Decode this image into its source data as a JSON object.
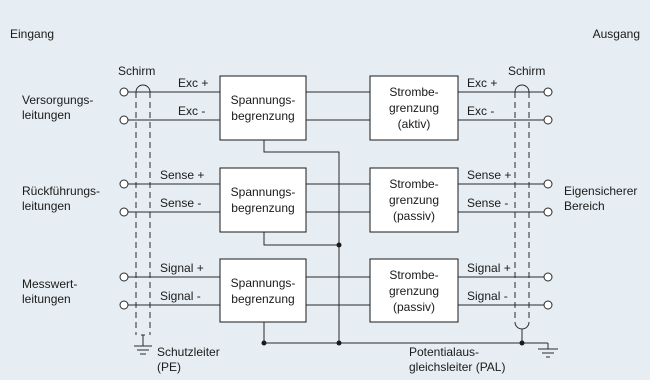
{
  "headings": {
    "input": "Eingang",
    "output": "Ausgang"
  },
  "shield": {
    "left": "Schirm",
    "right": "Schirm"
  },
  "lines": [
    {
      "group": [
        "Versorgungs-",
        "leitungen"
      ],
      "wire_top": "Exc +",
      "wire_bottom": "Exc -",
      "out_top": "Exc +",
      "out_bottom": "Exc -"
    },
    {
      "group": [
        "Rückführungs-",
        "leitungen"
      ],
      "wire_top": "Sense +",
      "wire_bottom": "Sense -",
      "out_top": "Sense +",
      "out_bottom": "Sense -"
    },
    {
      "group": [
        "Messwert-",
        "leitungen"
      ],
      "wire_top": "Signal +",
      "wire_bottom": "Signal -",
      "out_top": "Signal +",
      "out_bottom": "Signal -"
    }
  ],
  "voltage_limiter": [
    "Spannungs-",
    "begrenzung"
  ],
  "current_limiters": [
    [
      "Strombe-",
      "grenzung",
      "(aktiv)"
    ],
    [
      "Strombe-",
      "grenzung",
      "(passiv)"
    ],
    [
      "Strombe-",
      "grenzung",
      "(passiv)"
    ]
  ],
  "right_area": [
    "Eigensicherer",
    "Bereich"
  ],
  "protective_earth": [
    "Schutzleiter",
    "(PE)"
  ],
  "equipotential": [
    "Potentialaus-",
    "gleichsleiter (PAL)"
  ]
}
